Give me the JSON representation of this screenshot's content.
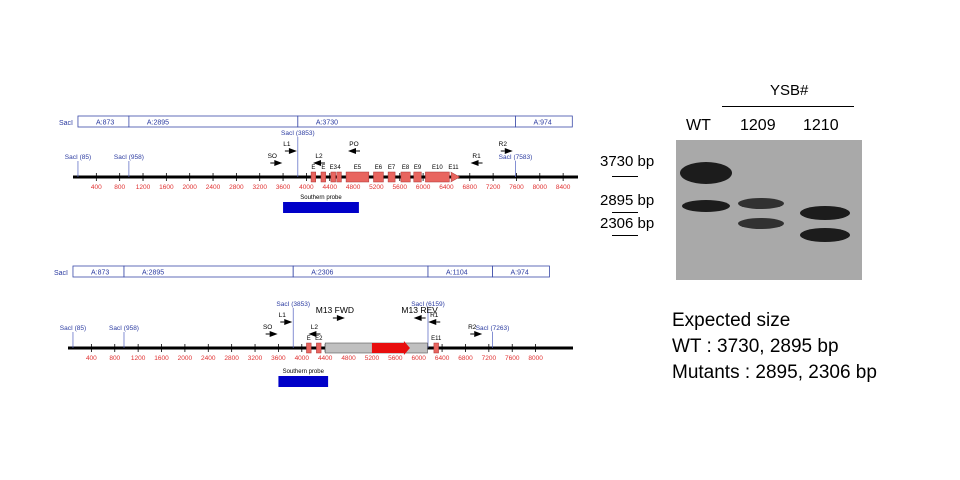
{
  "maps": [
    {
      "restriction_bar": {
        "enzyme": "SacI",
        "segments": [
          {
            "label": "A:873",
            "start": 85,
            "end": 958
          },
          {
            "label": "A:2895",
            "start": 958,
            "end": 3853
          },
          {
            "label": "A:3730",
            "start": 3853,
            "end": 7583
          },
          {
            "label": "A:974",
            "start": 7583,
            "end": 8557
          }
        ]
      },
      "ticks": [
        "400",
        "800",
        "1200",
        "1600",
        "2000",
        "2400",
        "2800",
        "3200",
        "3600",
        "4000",
        "4400",
        "4800",
        "5200",
        "5600",
        "6000",
        "6400",
        "6800",
        "7200",
        "7600",
        "8000",
        "8400"
      ],
      "sites": [
        {
          "label": "SacI (85)",
          "pos": 85
        },
        {
          "label": "SacI (958)",
          "pos": 958
        },
        {
          "label": "SacI (3853)",
          "pos": 3853
        },
        {
          "label": "SacI (7583)",
          "pos": 7583
        }
      ],
      "primers": [
        {
          "label": "SO",
          "pos": 3450,
          "dir": "r"
        },
        {
          "label": "L1",
          "pos": 3700,
          "dir": "r"
        },
        {
          "label": "L2",
          "pos": 4250,
          "dir": "l"
        },
        {
          "label": "PO",
          "pos": 4850,
          "dir": "l"
        },
        {
          "label": "R1",
          "pos": 6950,
          "dir": "l"
        },
        {
          "label": "R2",
          "pos": 7400,
          "dir": "r"
        }
      ],
      "exons": [
        {
          "label": "E",
          "start": 4080,
          "end": 4160
        },
        {
          "label": "E",
          "start": 4250,
          "end": 4330
        },
        {
          "label": "E3",
          "start": 4420,
          "end": 4500
        },
        {
          "label": "4",
          "start": 4520,
          "end": 4600
        },
        {
          "label": "E5",
          "start": 4680,
          "end": 5070
        },
        {
          "label": "E6",
          "start": 5150,
          "end": 5320
        },
        {
          "label": "E7",
          "start": 5400,
          "end": 5520
        },
        {
          "label": "E8",
          "start": 5620,
          "end": 5780
        },
        {
          "label": "E9",
          "start": 5840,
          "end": 5970
        },
        {
          "label": "E10",
          "start": 6040,
          "end": 6450
        },
        {
          "label": "E11",
          "start": 6480,
          "end": 6560
        }
      ],
      "probe": {
        "label": "Southern probe",
        "start": 3600,
        "end": 4900
      }
    },
    {
      "restriction_bar": {
        "enzyme": "SacI",
        "segments": [
          {
            "label": "A:873",
            "start": 85,
            "end": 958
          },
          {
            "label": "A:2895",
            "start": 958,
            "end": 3853
          },
          {
            "label": "A:2306",
            "start": 3853,
            "end": 6159
          },
          {
            "label": "A:1104",
            "start": 6159,
            "end": 7263
          },
          {
            "label": "A:974",
            "start": 7263,
            "end": 8237
          }
        ]
      },
      "ticks": [
        "400",
        "800",
        "1200",
        "1600",
        "2000",
        "2400",
        "2800",
        "3200",
        "3600",
        "4000",
        "4400",
        "4800",
        "5200",
        "5600",
        "6000",
        "6400",
        "6800",
        "7200",
        "7600",
        "8000"
      ],
      "sites": [
        {
          "label": "SacI (85)",
          "pos": 85
        },
        {
          "label": "SacI (958)",
          "pos": 958
        },
        {
          "label": "SacI (3853)",
          "pos": 3853
        },
        {
          "label": "SacI (6159)",
          "pos": 6159
        },
        {
          "label": "SacI (7263)",
          "pos": 7263
        }
      ],
      "primers": [
        {
          "label": "SO",
          "pos": 3450,
          "dir": "r"
        },
        {
          "label": "L1",
          "pos": 3700,
          "dir": "r"
        },
        {
          "label": "L2",
          "pos": 4250,
          "dir": "l"
        },
        {
          "label": "M13 FWD",
          "pos": 4600,
          "dir": "r"
        },
        {
          "label": "M13 REV",
          "pos": 6050,
          "dir": "l"
        },
        {
          "label": "R1",
          "pos": 6300,
          "dir": "l"
        },
        {
          "label": "R2",
          "pos": 6950,
          "dir": "r"
        }
      ],
      "exons": [
        {
          "label": "E",
          "start": 4080,
          "end": 4160
        },
        {
          "label": "E2",
          "start": 4250,
          "end": 4330
        },
        {
          "label": "E11",
          "start": 6260,
          "end": 6340
        }
      ],
      "insert": {
        "start": 4400,
        "end": 6150
      },
      "insert_arrow": {
        "start": 5200,
        "end": 5850
      },
      "probe": {
        "label": "Southern probe",
        "start": 3600,
        "end": 4450
      }
    }
  ],
  "gel": {
    "group_label": "YSB#",
    "lanes": [
      "WT",
      "1209",
      "1210"
    ],
    "size_markers": [
      "3730 bp",
      "2895 bp",
      "2306 bp"
    ],
    "bands": [
      {
        "lane": "WT",
        "sizes_bp": [
          3730,
          2895
        ]
      },
      {
        "lane": "1209",
        "sizes_bp": [
          2895,
          2306
        ]
      },
      {
        "lane": "1210",
        "sizes_bp": [
          2895,
          2306
        ]
      }
    ]
  },
  "expected": {
    "title": "Expected size",
    "wt": "WT : 3730, 2895 bp",
    "mutants": "Mutants : 2895, 2306 bp"
  },
  "colors": {
    "exon": "#e8655f",
    "insert": "#c0c0c0",
    "insert_arrow": "#e80d0d",
    "probe": "#0000c8",
    "site_label": "#2a3aa0",
    "tick_label": "#e03030"
  }
}
